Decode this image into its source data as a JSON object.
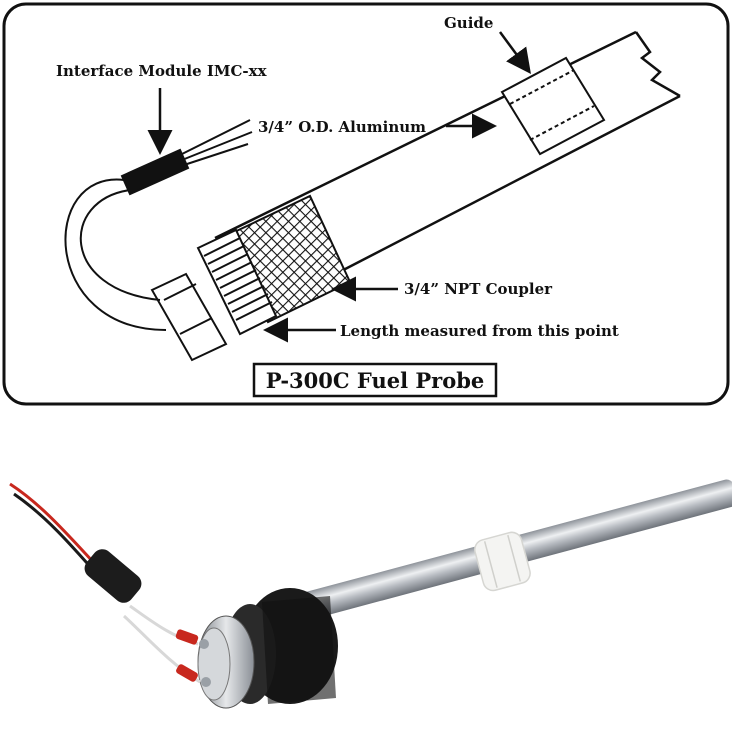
{
  "diagram": {
    "title": "P-300C Fuel Probe",
    "labels": {
      "guide": "Guide",
      "interface_module": "Interface Module IMC-xx",
      "aluminum": "3/4” O.D. Aluminum",
      "npt_coupler": "3/4” NPT Coupler",
      "length_point": "Length measured from this point"
    }
  },
  "colors": {
    "outline": "#111111",
    "background": "#ffffff",
    "photo_rod": "#c9ccd0",
    "photo_coupler": "#1a1a1a",
    "photo_wire_red": "#c8281e",
    "photo_guide": "#f4f4f2"
  }
}
